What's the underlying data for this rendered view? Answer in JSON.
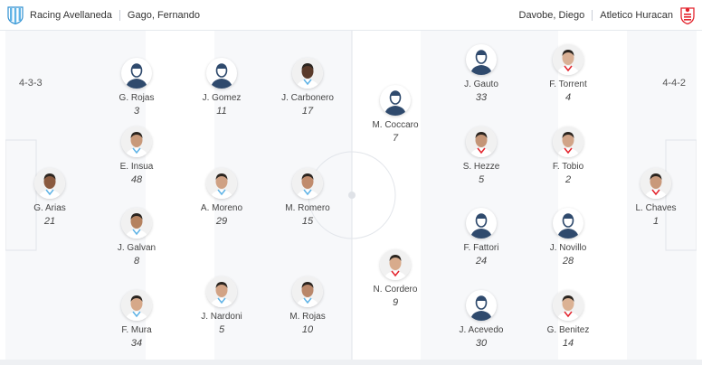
{
  "home": {
    "name": "Racing Avellaneda",
    "coach": "Gago, Fernando",
    "formation": "4-3-3",
    "colors": {
      "primary": "#5fb3e6",
      "secondary": "#ffffff"
    }
  },
  "away": {
    "name": "Atletico Huracan",
    "coach": "Davobe, Diego",
    "formation": "4-4-2",
    "colors": {
      "primary": "#e3232c",
      "secondary": "#ffffff"
    }
  },
  "photo_avatar": {
    "skin": "#c69a7c",
    "hair": "#2b2520",
    "shirt_light": "#ffffff"
  },
  "placeholder_avatar": {
    "color": "#2f4a6d"
  },
  "players": [
    {
      "name": "G. Arias",
      "number": "21",
      "team": "home",
      "photo": true,
      "skin": "#8a5a3f"
    },
    {
      "name": "G. Rojas",
      "number": "3",
      "team": "home",
      "photo": false
    },
    {
      "name": "E. Insua",
      "number": "48",
      "team": "home",
      "photo": true,
      "skin": "#c8997a"
    },
    {
      "name": "J. Galvan",
      "number": "8",
      "team": "home",
      "photo": true,
      "skin": "#b5825f"
    },
    {
      "name": "F. Mura",
      "number": "34",
      "team": "home",
      "photo": true,
      "skin": "#d6a889"
    },
    {
      "name": "J. Gomez",
      "number": "11",
      "team": "home",
      "photo": false
    },
    {
      "name": "A. Moreno",
      "number": "29",
      "team": "home",
      "photo": true,
      "skin": "#cfa184"
    },
    {
      "name": "J. Nardoni",
      "number": "5",
      "team": "home",
      "photo": true,
      "skin": "#d2a385"
    },
    {
      "name": "J. Carbonero",
      "number": "17",
      "team": "home",
      "photo": true,
      "skin": "#5a3a2a"
    },
    {
      "name": "M. Romero",
      "number": "15",
      "team": "home",
      "photo": true,
      "skin": "#c08b6c"
    },
    {
      "name": "M. Rojas",
      "number": "10",
      "team": "home",
      "photo": true,
      "skin": "#b9876a"
    },
    {
      "name": "M. Coccaro",
      "number": "7",
      "team": "away",
      "photo": false
    },
    {
      "name": "N. Cordero",
      "number": "9",
      "team": "away",
      "photo": true,
      "skin": "#d8ab8c"
    },
    {
      "name": "J. Gauto",
      "number": "33",
      "team": "away",
      "photo": false
    },
    {
      "name": "S. Hezze",
      "number": "5",
      "team": "away",
      "photo": true,
      "skin": "#c49577"
    },
    {
      "name": "F. Fattori",
      "number": "24",
      "team": "away",
      "photo": false
    },
    {
      "name": "J. Acevedo",
      "number": "30",
      "team": "away",
      "photo": false
    },
    {
      "name": "F. Torrent",
      "number": "4",
      "team": "away",
      "photo": true,
      "skin": "#d9b095"
    },
    {
      "name": "F. Tobio",
      "number": "2",
      "team": "away",
      "photo": true,
      "skin": "#d1a488"
    },
    {
      "name": "J. Novillo",
      "number": "28",
      "team": "away",
      "photo": false
    },
    {
      "name": "G. Benitez",
      "number": "14",
      "team": "away",
      "photo": true,
      "skin": "#dbb294"
    },
    {
      "name": "L. Chaves",
      "number": "1",
      "team": "away",
      "photo": true,
      "skin": "#c9997b"
    }
  ]
}
